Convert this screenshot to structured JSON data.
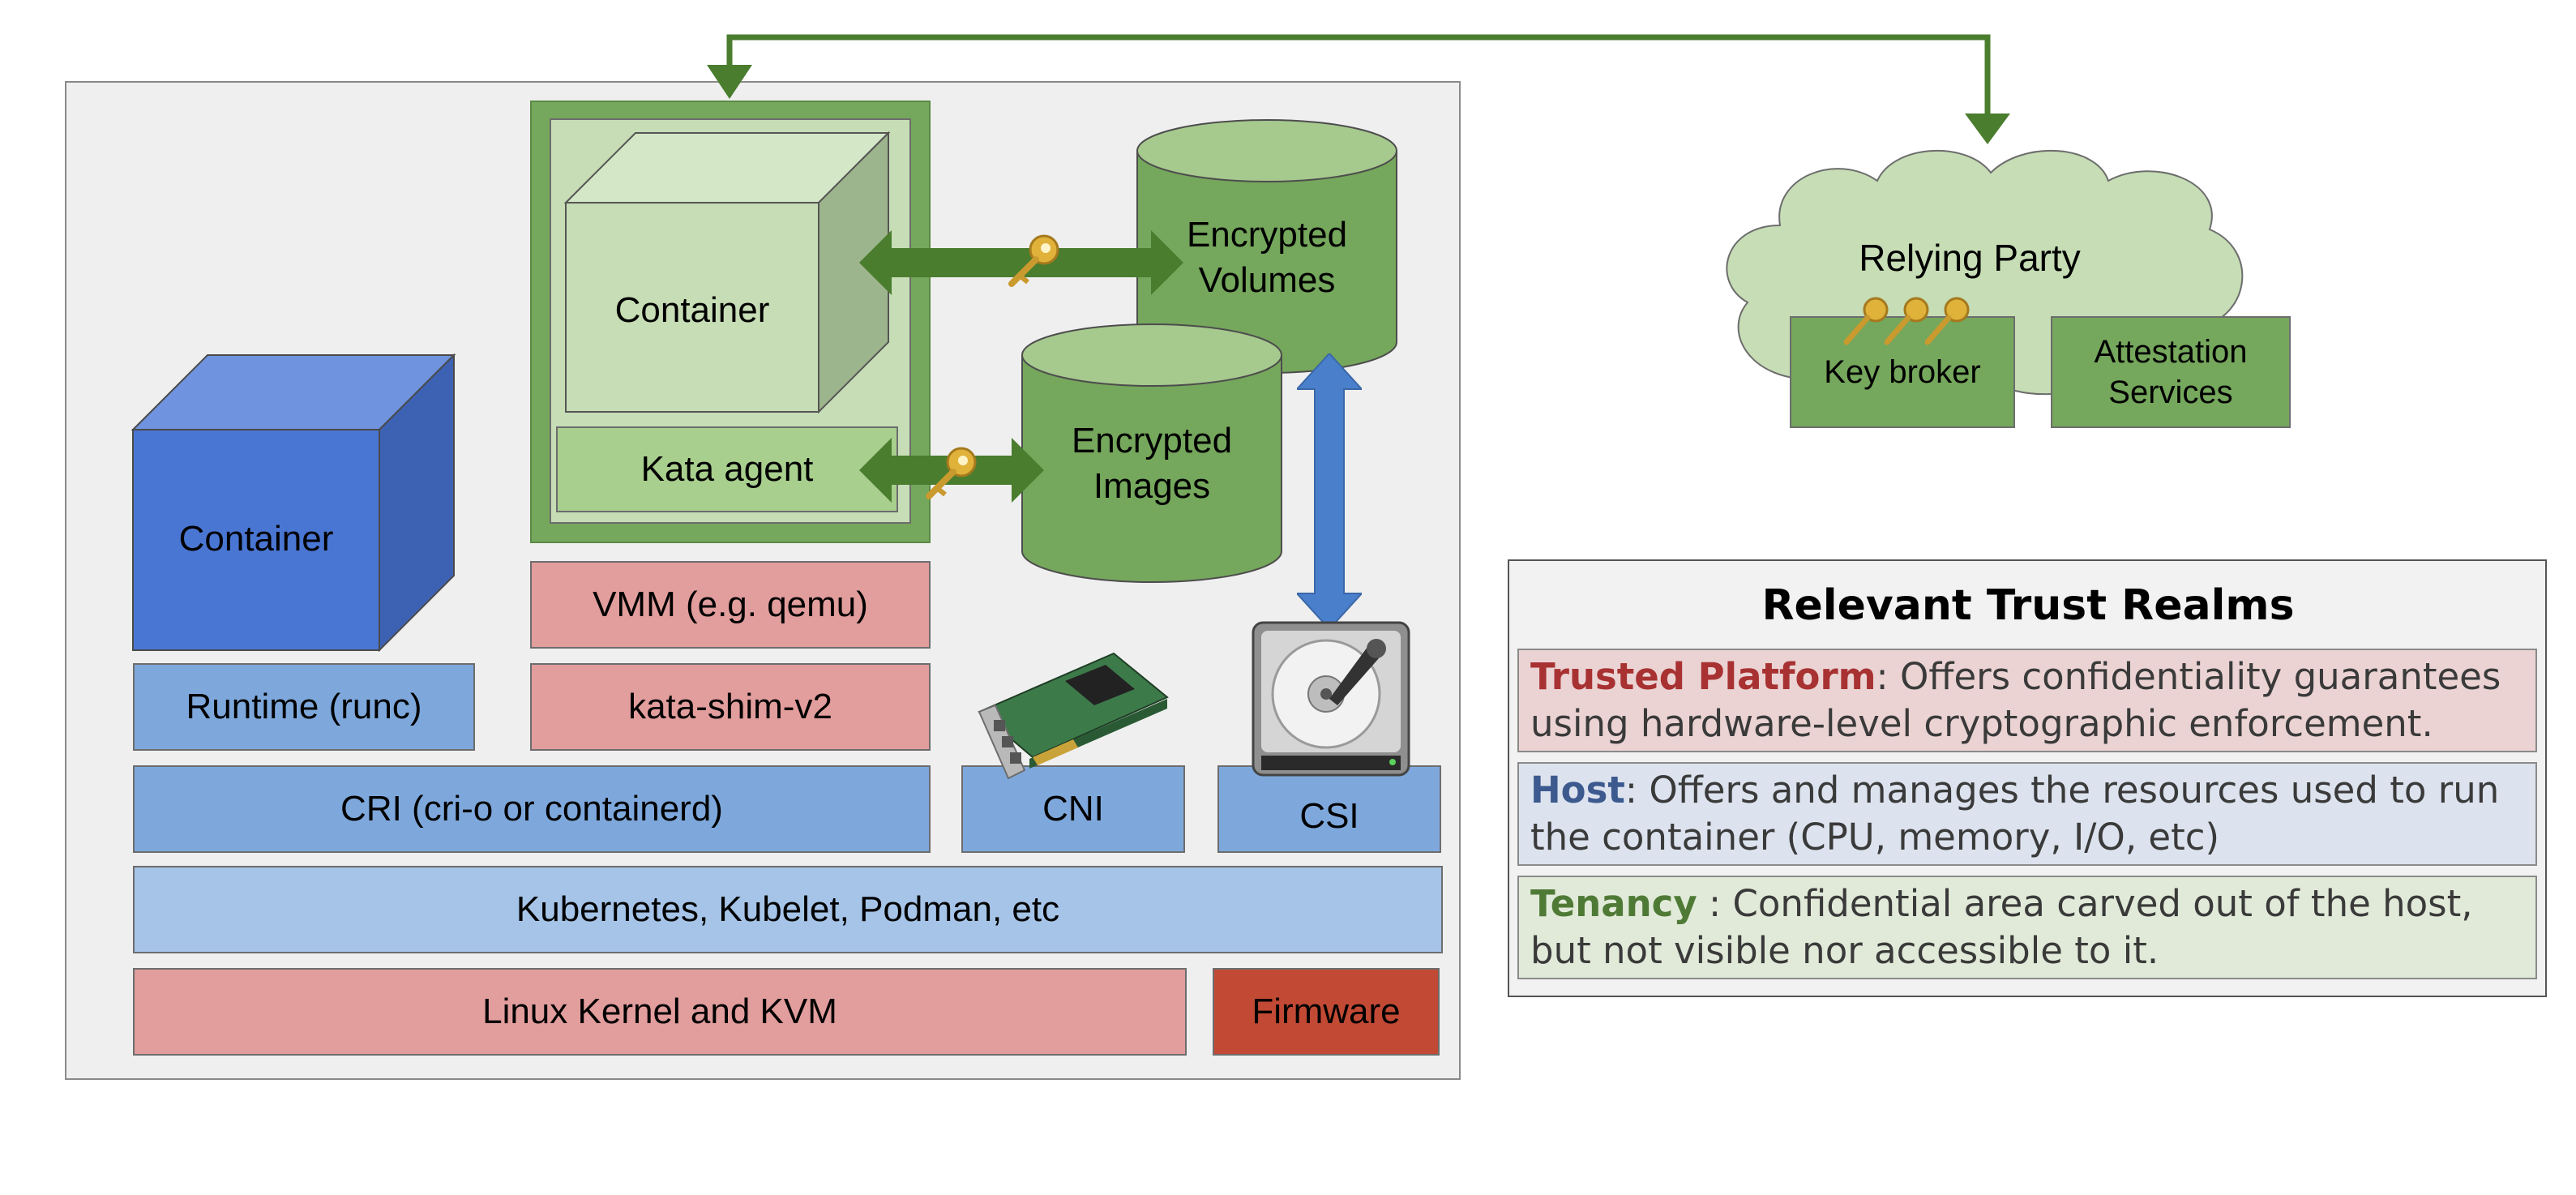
{
  "stack": {
    "container_runc": "Container",
    "runtime": "Runtime (runc)",
    "cri": "CRI (cri-o or containerd)",
    "cni": "CNI",
    "csi": "CSI",
    "kubernetes": "Kubernetes, Kubelet, Podman, etc",
    "kernel": "Linux Kernel and KVM",
    "firmware": "Firmware",
    "vmm": "VMM (e.g. qemu)",
    "shim": "kata-shim-v2",
    "kata_container": "Container",
    "kata_agent": "Kata agent"
  },
  "storage": {
    "volumes_line1": "Encrypted",
    "volumes_line2": "Volumes",
    "images_line1": "Encrypted",
    "images_line2": "Images"
  },
  "relying_party": {
    "title": "Relying Party",
    "key_broker": "Key broker",
    "attestation_line1": "Attestation",
    "attestation_line2": "Services"
  },
  "legend": {
    "title": "Relevant Trust Realms",
    "items": [
      {
        "term": "Trusted Platform",
        "sep": ": ",
        "desc": "Offers confidentiality guarantees using hardware-level cryptographic enforcement."
      },
      {
        "term": "Host",
        "sep": ": ",
        "desc": "Offers and manages the resources used to run the container (CPU, memory, I/O, etc)"
      },
      {
        "term": "Tenancy",
        "sep": " : ",
        "desc": "Confidential area carved out of the host, but not visible nor accessible to it."
      }
    ]
  },
  "colors": {
    "trusted_platform_term": "#a83232",
    "host_term": "#3d5a8f",
    "tenancy_term": "#4f7a36",
    "connector_green": "#4a7d2e",
    "container_blue": "#4a76d3",
    "host_blue": "#7ea8dc",
    "kube_blue": "#a6c4e8",
    "pink": "#e29d9d",
    "firmware_red": "#c24a35",
    "tenancy_green": "#75a75c",
    "light_green": "#c6ddb5"
  },
  "icons": [
    "key-icon",
    "network-card-icon",
    "hard-drive-icon",
    "cloud-icon",
    "cube-icon",
    "cylinder-icon"
  ]
}
